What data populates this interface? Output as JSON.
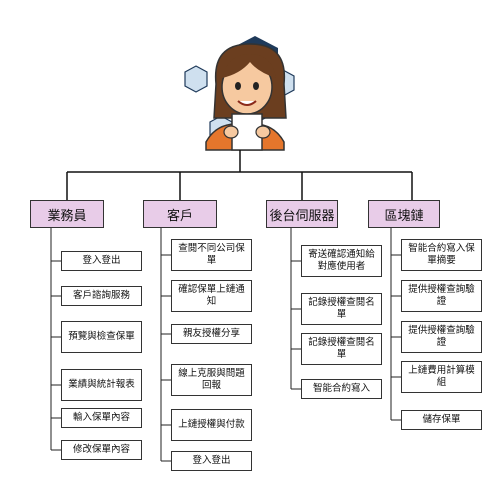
{
  "colors": {
    "category_fill": "#e8cce8",
    "line": "#111111",
    "box_border": "#333333"
  },
  "illustration": {
    "icon": "user-holding-paper-with-blockchain-cubes-icon"
  },
  "categories": [
    {
      "label": "業務員",
      "items": [
        "登入登出",
        "客戶諮詢服務",
        "預覽與檢查保單",
        "業績與統計報表",
        "輸入保單內容",
        "修改保單內容"
      ]
    },
    {
      "label": "客戶",
      "items": [
        "查閱不同公司保單",
        "確認保單上鏈通知",
        "親友授權分享",
        "線上克服與問題回報",
        "上鏈授權與付款",
        "登入登出"
      ]
    },
    {
      "label": "後台伺服器",
      "items": [
        "寄送確認通知給對應使用者",
        "記錄授權查閱名單",
        "記錄授權查閱名單",
        "智能合約寫入"
      ]
    },
    {
      "label": "區塊鏈",
      "items": [
        "智能合約寫入保單摘要",
        "提供授權查詢驗證",
        "提供授權查詢驗證",
        "上鏈費用計算模組",
        "儲存保單"
      ]
    }
  ]
}
